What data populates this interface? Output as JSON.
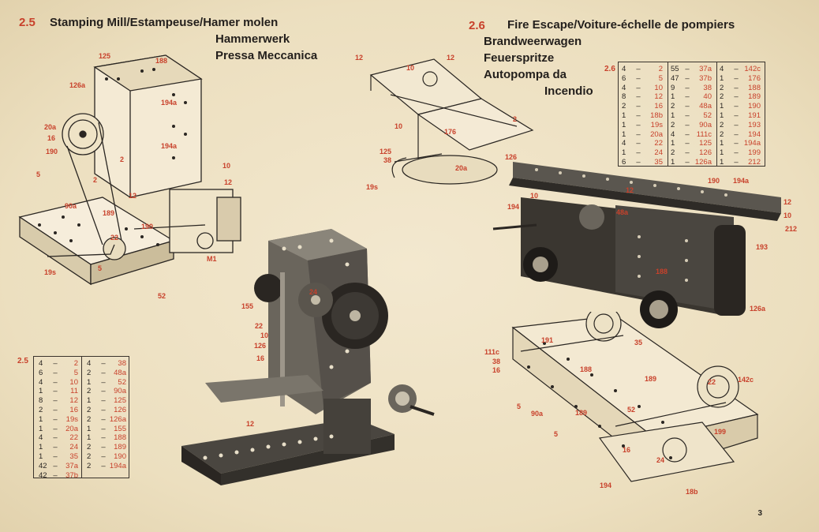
{
  "section_left": {
    "number": "2.5",
    "title_lines": [
      "Stamping Mill/Estampeuse/Hamer molen",
      "Hammerwerk",
      "Pressa Meccanica"
    ],
    "table_label": "2.5",
    "parts_col1": [
      {
        "q": "4",
        "p": "2"
      },
      {
        "q": "6",
        "p": "5"
      },
      {
        "q": "4",
        "p": "10"
      },
      {
        "q": "1",
        "p": "11"
      },
      {
        "q": "8",
        "p": "12"
      },
      {
        "q": "2",
        "p": "16"
      },
      {
        "q": "1",
        "p": "19s"
      },
      {
        "q": "1",
        "p": "20a"
      },
      {
        "q": "4",
        "p": "22"
      },
      {
        "q": "1",
        "p": "24"
      },
      {
        "q": "1",
        "p": "35"
      },
      {
        "q": "42",
        "p": "37a"
      },
      {
        "q": "42",
        "p": "37b"
      }
    ],
    "parts_col2": [
      {
        "q": "4",
        "p": "38"
      },
      {
        "q": "2",
        "p": "48a"
      },
      {
        "q": "1",
        "p": "52"
      },
      {
        "q": "2",
        "p": "90a"
      },
      {
        "q": "1",
        "p": "125"
      },
      {
        "q": "2",
        "p": "126"
      },
      {
        "q": "2",
        "p": "126a"
      },
      {
        "q": "1",
        "p": "155"
      },
      {
        "q": "1",
        "p": "188"
      },
      {
        "q": "2",
        "p": "189"
      },
      {
        "q": "2",
        "p": "190"
      },
      {
        "q": "2",
        "p": "194a"
      }
    ],
    "callouts": [
      "125",
      "188",
      "126a",
      "194a",
      "20a",
      "16",
      "194a",
      "190",
      "5",
      "2",
      "2",
      "10",
      "12",
      "12",
      "90a",
      "189",
      "190",
      "22",
      "M1",
      "19s",
      "5",
      "52",
      "155",
      "24",
      "22",
      "10",
      "126",
      "16",
      "12"
    ]
  },
  "section_right": {
    "number": "2.6",
    "title_lines": [
      "Fire Escape/Voiture-échelle de pompiers",
      "Brandweerwagen",
      "Feuerspritze",
      "Autopompa da",
      "Incendio"
    ],
    "table_label": "2.6",
    "parts_col1": [
      {
        "q": "4",
        "p": "2"
      },
      {
        "q": "6",
        "p": "5"
      },
      {
        "q": "4",
        "p": "10"
      },
      {
        "q": "8",
        "p": "12"
      },
      {
        "q": "2",
        "p": "16"
      },
      {
        "q": "1",
        "p": "18b"
      },
      {
        "q": "1",
        "p": "19s"
      },
      {
        "q": "1",
        "p": "20a"
      },
      {
        "q": "4",
        "p": "22"
      },
      {
        "q": "1",
        "p": "24"
      },
      {
        "q": "6",
        "p": "35"
      }
    ],
    "parts_col2": [
      {
        "q": "55",
        "p": "37a"
      },
      {
        "q": "47",
        "p": "37b"
      },
      {
        "q": "9",
        "p": "38"
      },
      {
        "q": "1",
        "p": "40"
      },
      {
        "q": "2",
        "p": "48a"
      },
      {
        "q": "1",
        "p": "52"
      },
      {
        "q": "2",
        "p": "90a"
      },
      {
        "q": "4",
        "p": "111c"
      },
      {
        "q": "1",
        "p": "125"
      },
      {
        "q": "2",
        "p": "126"
      },
      {
        "q": "1",
        "p": "126a"
      }
    ],
    "parts_col3": [
      {
        "q": "4",
        "p": "142c"
      },
      {
        "q": "1",
        "p": "176"
      },
      {
        "q": "2",
        "p": "188"
      },
      {
        "q": "2",
        "p": "189"
      },
      {
        "q": "1",
        "p": "190"
      },
      {
        "q": "1",
        "p": "191"
      },
      {
        "q": "2",
        "p": "193"
      },
      {
        "q": "2",
        "p": "194"
      },
      {
        "q": "1",
        "p": "194a"
      },
      {
        "q": "1",
        "p": "199"
      },
      {
        "q": "1",
        "p": "212"
      }
    ],
    "callouts": [
      "12",
      "10",
      "12",
      "2",
      "176",
      "10",
      "125",
      "38",
      "19s",
      "20a",
      "126",
      "10",
      "12",
      "190",
      "194a",
      "12",
      "10",
      "212",
      "194",
      "48a",
      "193",
      "188",
      "126a",
      "111c",
      "38",
      "16",
      "191",
      "35",
      "188",
      "189",
      "142c",
      "22",
      "5",
      "90a",
      "189",
      "52",
      "5",
      "199",
      "16",
      "24",
      "194",
      "18b"
    ]
  },
  "page_number": "3"
}
